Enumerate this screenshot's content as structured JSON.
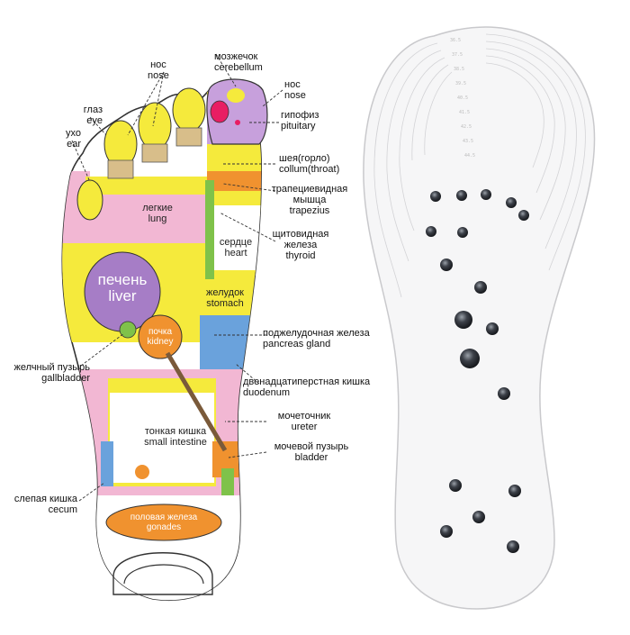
{
  "labels": {
    "cerebellum": [
      "мозжечок",
      "cerebellum"
    ],
    "nose_toe": [
      "нос",
      "nose"
    ],
    "nose_big": [
      "нос",
      "nose"
    ],
    "eye": [
      "глаз",
      "eye"
    ],
    "ear": [
      "ухо",
      "ear"
    ],
    "pituitary": [
      "гипофиз",
      "pituitary"
    ],
    "throat": [
      "шея(горло)",
      "collum(throat)"
    ],
    "trapezius": [
      "трапециевидная",
      "мышца",
      "trapezius"
    ],
    "thyroid": [
      "щитовидная",
      "железа",
      "thyroid"
    ],
    "pancreas": [
      "поджелудочная железа",
      "pancreas gland"
    ],
    "gallbladder": [
      "желчный пузырь",
      "gallbladder"
    ],
    "duodenum": [
      "двенадцатиперстная кишка",
      "duodenum"
    ],
    "ureter": [
      "мочеточник",
      "ureter"
    ],
    "bladder": [
      "мочевой пузырь",
      "bladder"
    ],
    "cecum": [
      "слепая кишка",
      "cecum"
    ]
  },
  "zones": {
    "lung": [
      "легкие",
      "lung"
    ],
    "heart": [
      "сердце",
      "heart"
    ],
    "liver": [
      "печень",
      "liver"
    ],
    "stomach": [
      "желудок",
      "stomach"
    ],
    "kidney": [
      "почка",
      "kidney"
    ],
    "small_intestine": [
      "тонкая кишка",
      "small intestine"
    ],
    "gonades": [
      "половая железа",
      "gonades"
    ]
  },
  "insole": {
    "size_marks": [
      "36.5",
      "37.5",
      "38.5",
      "39.5",
      "40.5",
      "41.5",
      "42.5",
      "43.5",
      "44.5"
    ],
    "magnet_count": 18
  },
  "colors": {
    "yellow": "#f5ea3c",
    "pink": "#f2b7d3",
    "purple": "#a67dc6",
    "green": "#7fc24a",
    "orange": "#f0922f",
    "blue": "#6aa2dc",
    "magnet": "#2c2f35"
  }
}
